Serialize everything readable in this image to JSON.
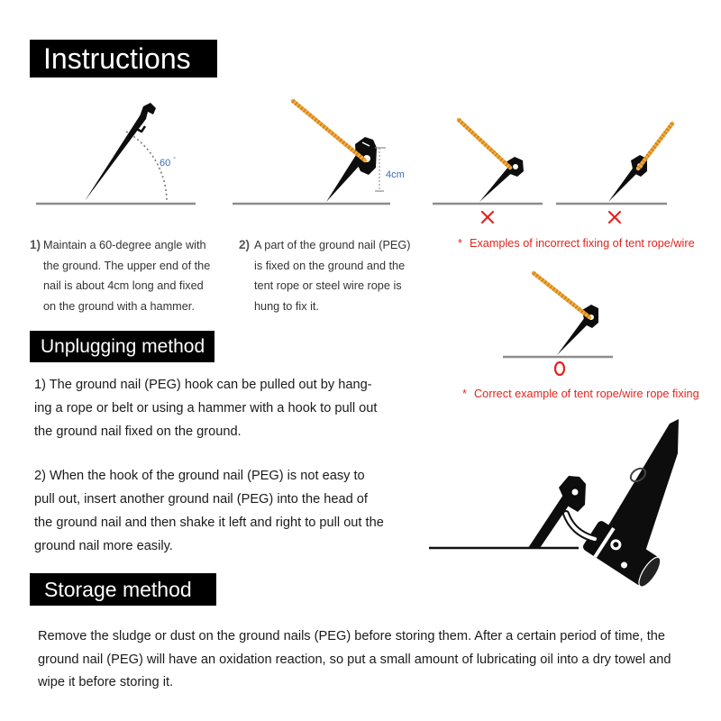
{
  "sections": {
    "instructions": {
      "title": "Instructions",
      "steps": [
        {
          "number": "1)",
          "lines": [
            "Maintain a 60-degree angle with",
            "the ground. The upper end of the",
            "nail is about 4cm long and fixed",
            "on the ground with a hammer."
          ]
        },
        {
          "number": "2)",
          "lines": [
            "A part of the ground nail (PEG)",
            "is fixed on the ground and the",
            "tent rope or steel wire rope is",
            "hung to fix it."
          ]
        }
      ],
      "notes": {
        "incorrect": {
          "marker": "*",
          "text": "Examples of incorrect fixing of tent rope/wire"
        },
        "correct": {
          "marker": "*",
          "text": "Correct example of tent rope/wire rope fixing"
        }
      },
      "diagram_labels": {
        "angle_value": "60",
        "angle_unit": "°",
        "length": "4cm"
      }
    },
    "unplugging": {
      "title": "Unplugging method",
      "paragraphs": [
        [
          "1) The ground nail (PEG) hook can be pulled out by hang-",
          "ing a rope or belt or using a hammer with a hook to pull out",
          "the ground nail fixed on the ground."
        ],
        [
          "2) When the hook of the ground nail (PEG) is not easy to",
          "pull out, insert another ground nail (PEG) into the head of",
          "the ground nail and then shake it left and right to pull out the",
          "ground nail more easily."
        ]
      ]
    },
    "storage": {
      "title": "Storage method",
      "lines": [
        "Remove the sludge or dust on the ground nails (PEG) before storing them. After a certain period of time, the",
        "ground nail (PEG) will have an oxidation reaction, so put a small amount of lubricating oil into a dry towel and",
        "wipe it before storing it."
      ]
    }
  },
  "icons": {
    "incorrect_mark": "cross-mark-icon",
    "correct_mark": "circle-mark-icon",
    "peg": "ground-peg-icon"
  },
  "colors": {
    "banner_bg": "#000000",
    "banner_text": "#ffffff",
    "accent_red": "#e0261f",
    "rope_orange": "#f2a93b",
    "label_blue": "#3a6db3",
    "ground_gray": "#8c8c8c"
  }
}
